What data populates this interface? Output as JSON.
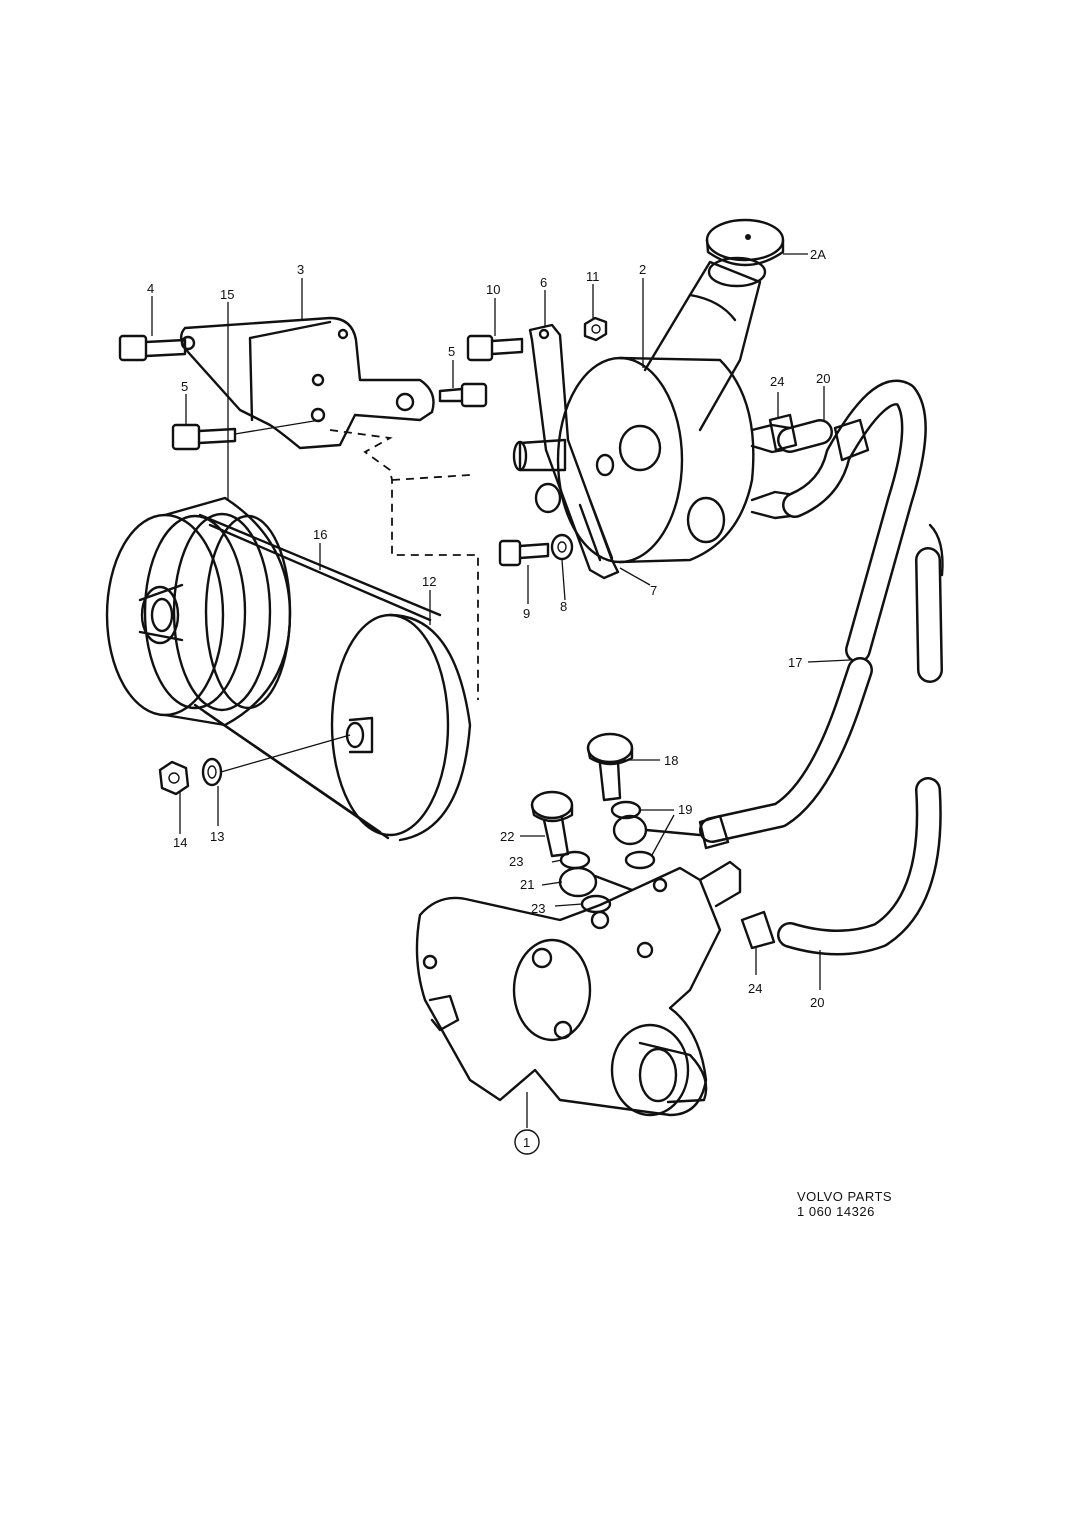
{
  "diagram": {
    "callouts": {
      "c1": "1",
      "c2": "2",
      "c2a": "2A",
      "c3": "3",
      "c4": "4",
      "c5a": "5",
      "c5b": "5",
      "c6": "6",
      "c7": "7",
      "c8": "8",
      "c9": "9",
      "c10": "10",
      "c11": "11",
      "c12": "12",
      "c13": "13",
      "c14": "14",
      "c15": "15",
      "c16": "16",
      "c17": "17",
      "c18": "18",
      "c19": "19",
      "c20a": "20",
      "c20b": "20",
      "c21": "21",
      "c22": "22",
      "c23a": "23",
      "c23b": "23",
      "c24a": "24",
      "c24b": "24"
    }
  },
  "footer": {
    "line1": "VOLVO PARTS",
    "line2": "1 060  14326"
  }
}
